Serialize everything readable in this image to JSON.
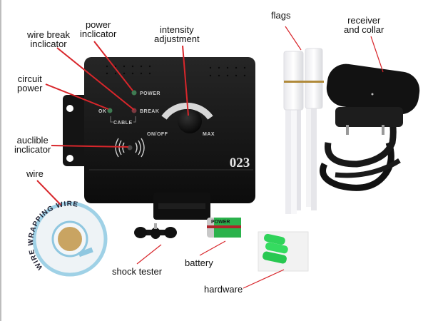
{
  "callouts": {
    "power_indicator": "power\ninclicator",
    "power_indicator_l1": "power",
    "power_indicator_l2": "inclicator",
    "wire_break_l1": "wire break",
    "wire_break_l2": "inclicator",
    "intensity_l1": "intensity",
    "intensity_l2": "adjustment",
    "circuit_l1": "circuit",
    "circuit_l2": "power",
    "audible_l1": "auclible",
    "audible_l2": "inclicator",
    "flags": "flags",
    "receiver_l1": "receiver",
    "receiver_l2": "and collar",
    "wire": "wire",
    "shock_tester": "shock tester",
    "battery": "battery",
    "hardware": "hardware"
  },
  "panel": {
    "power": "POWER",
    "ok": "OK",
    "break": "BREAK",
    "cable": "CABLE",
    "on_off": "ON/OFF",
    "max": "MAX",
    "model": "023"
  },
  "spool": {
    "title": "WIRE WRAPPING WIRE"
  },
  "battery_label": "POWER",
  "colors": {
    "callout_line": "#d8262b",
    "device": "#151515",
    "led_green": "#3f7a52",
    "led_red": "#7a3940",
    "spool_ring": "#8fc7e0",
    "hardware_green": "#2fd35a"
  }
}
